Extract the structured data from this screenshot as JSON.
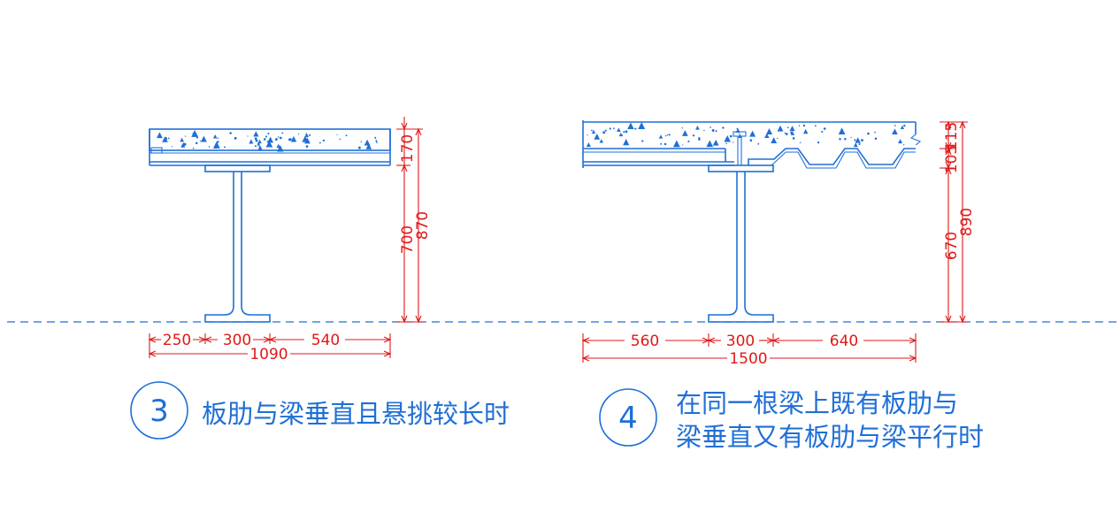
{
  "detail3": {
    "number": "3",
    "caption": "板肋与梁垂直且悬挑较长时",
    "dims_horizontal_top": [
      "250",
      "300",
      "540"
    ],
    "dim_total": "1090",
    "dims_vertical": [
      "170",
      "700",
      "870"
    ]
  },
  "detail4": {
    "number": "4",
    "caption_line1": "在同一根梁上既有板肋与",
    "caption_line2": "梁垂直又有板肋与梁平行时",
    "dims_horizontal_top": [
      "560",
      "300",
      "640"
    ],
    "dim_total": "1500",
    "dims_vertical": [
      "115",
      "105",
      "670",
      "890"
    ]
  },
  "colors": {
    "structure": "#1f6fd6",
    "dimension": "#e01818"
  }
}
